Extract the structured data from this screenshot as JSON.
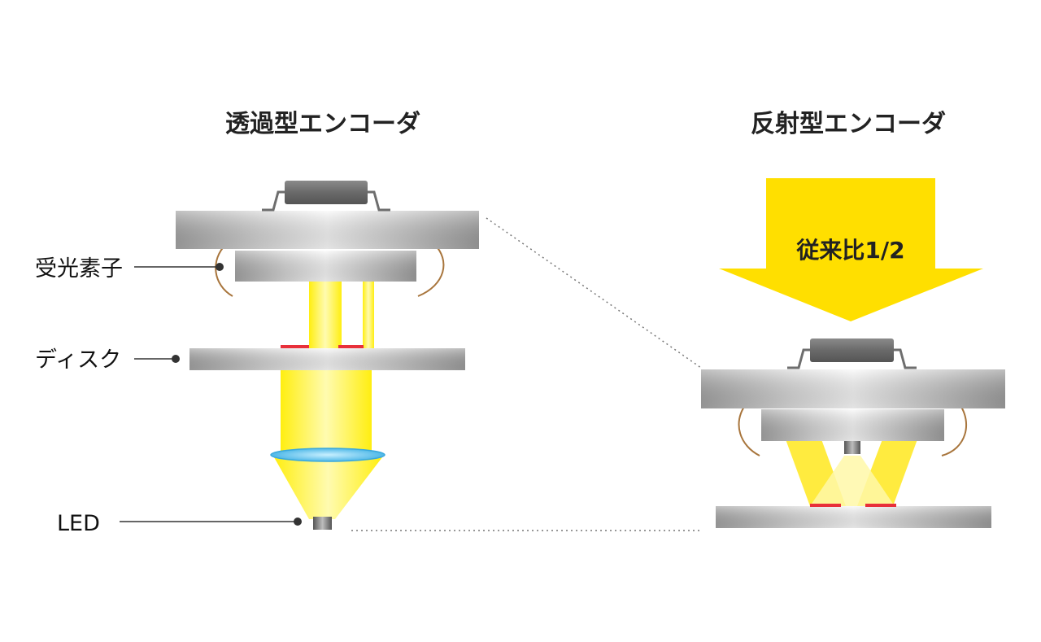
{
  "titles": {
    "transmissive": "透過型エンコーダ",
    "reflective": "反射型エンコーダ"
  },
  "labels": {
    "photodetector": "受光素子",
    "disk": "ディスク",
    "led": "LED"
  },
  "arrow": {
    "text": "従来比1/2"
  },
  "colors": {
    "light_yellow": "#fff23a",
    "arrow_yellow": "#ffdf00",
    "slit_red": "#e8303a",
    "wire_brown": "#a8753c",
    "chip_gray": "#6e6e6e",
    "lens_blue": "#5bc8f0",
    "metal_light": "#f4f4f4",
    "metal_dark": "#9a9a9a"
  }
}
